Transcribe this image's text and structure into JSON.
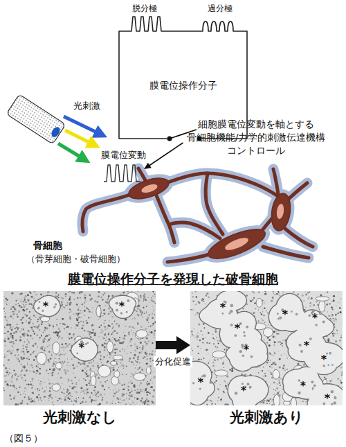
{
  "diagram": {
    "caption": "（図５）",
    "nodes": [
      {
        "text": [
          "膜電位操作分子"
        ]
      },
      {
        "text": [
          "骨細胞",
          "（骨芽細胞・破骨細胞）"
        ]
      },
      {
        "text": [
          "光刺激なし"
        ]
      },
      {
        "text": [
          "光刺激あり"
        ]
      }
    ],
    "edges": [
      {
        "from": 0,
        "to": 1,
        "arrow": "to"
      },
      {
        "from": 2,
        "to": 3,
        "label": "分化促進",
        "arrow": "to"
      }
    ],
    "labels": [
      "脱分極",
      "過分極",
      "細胞膜電位変動を軸とする 骨細胞機能/力学的刺激伝達機構 コントロール",
      "光刺激",
      "膜電位変動",
      "膜電位操作分子を発現した破骨細胞",
      "*",
      "*",
      "*",
      "*",
      "*",
      "*",
      "*",
      "*",
      "*",
      "*",
      "*",
      "*",
      "*",
      "*"
    ]
  }
}
